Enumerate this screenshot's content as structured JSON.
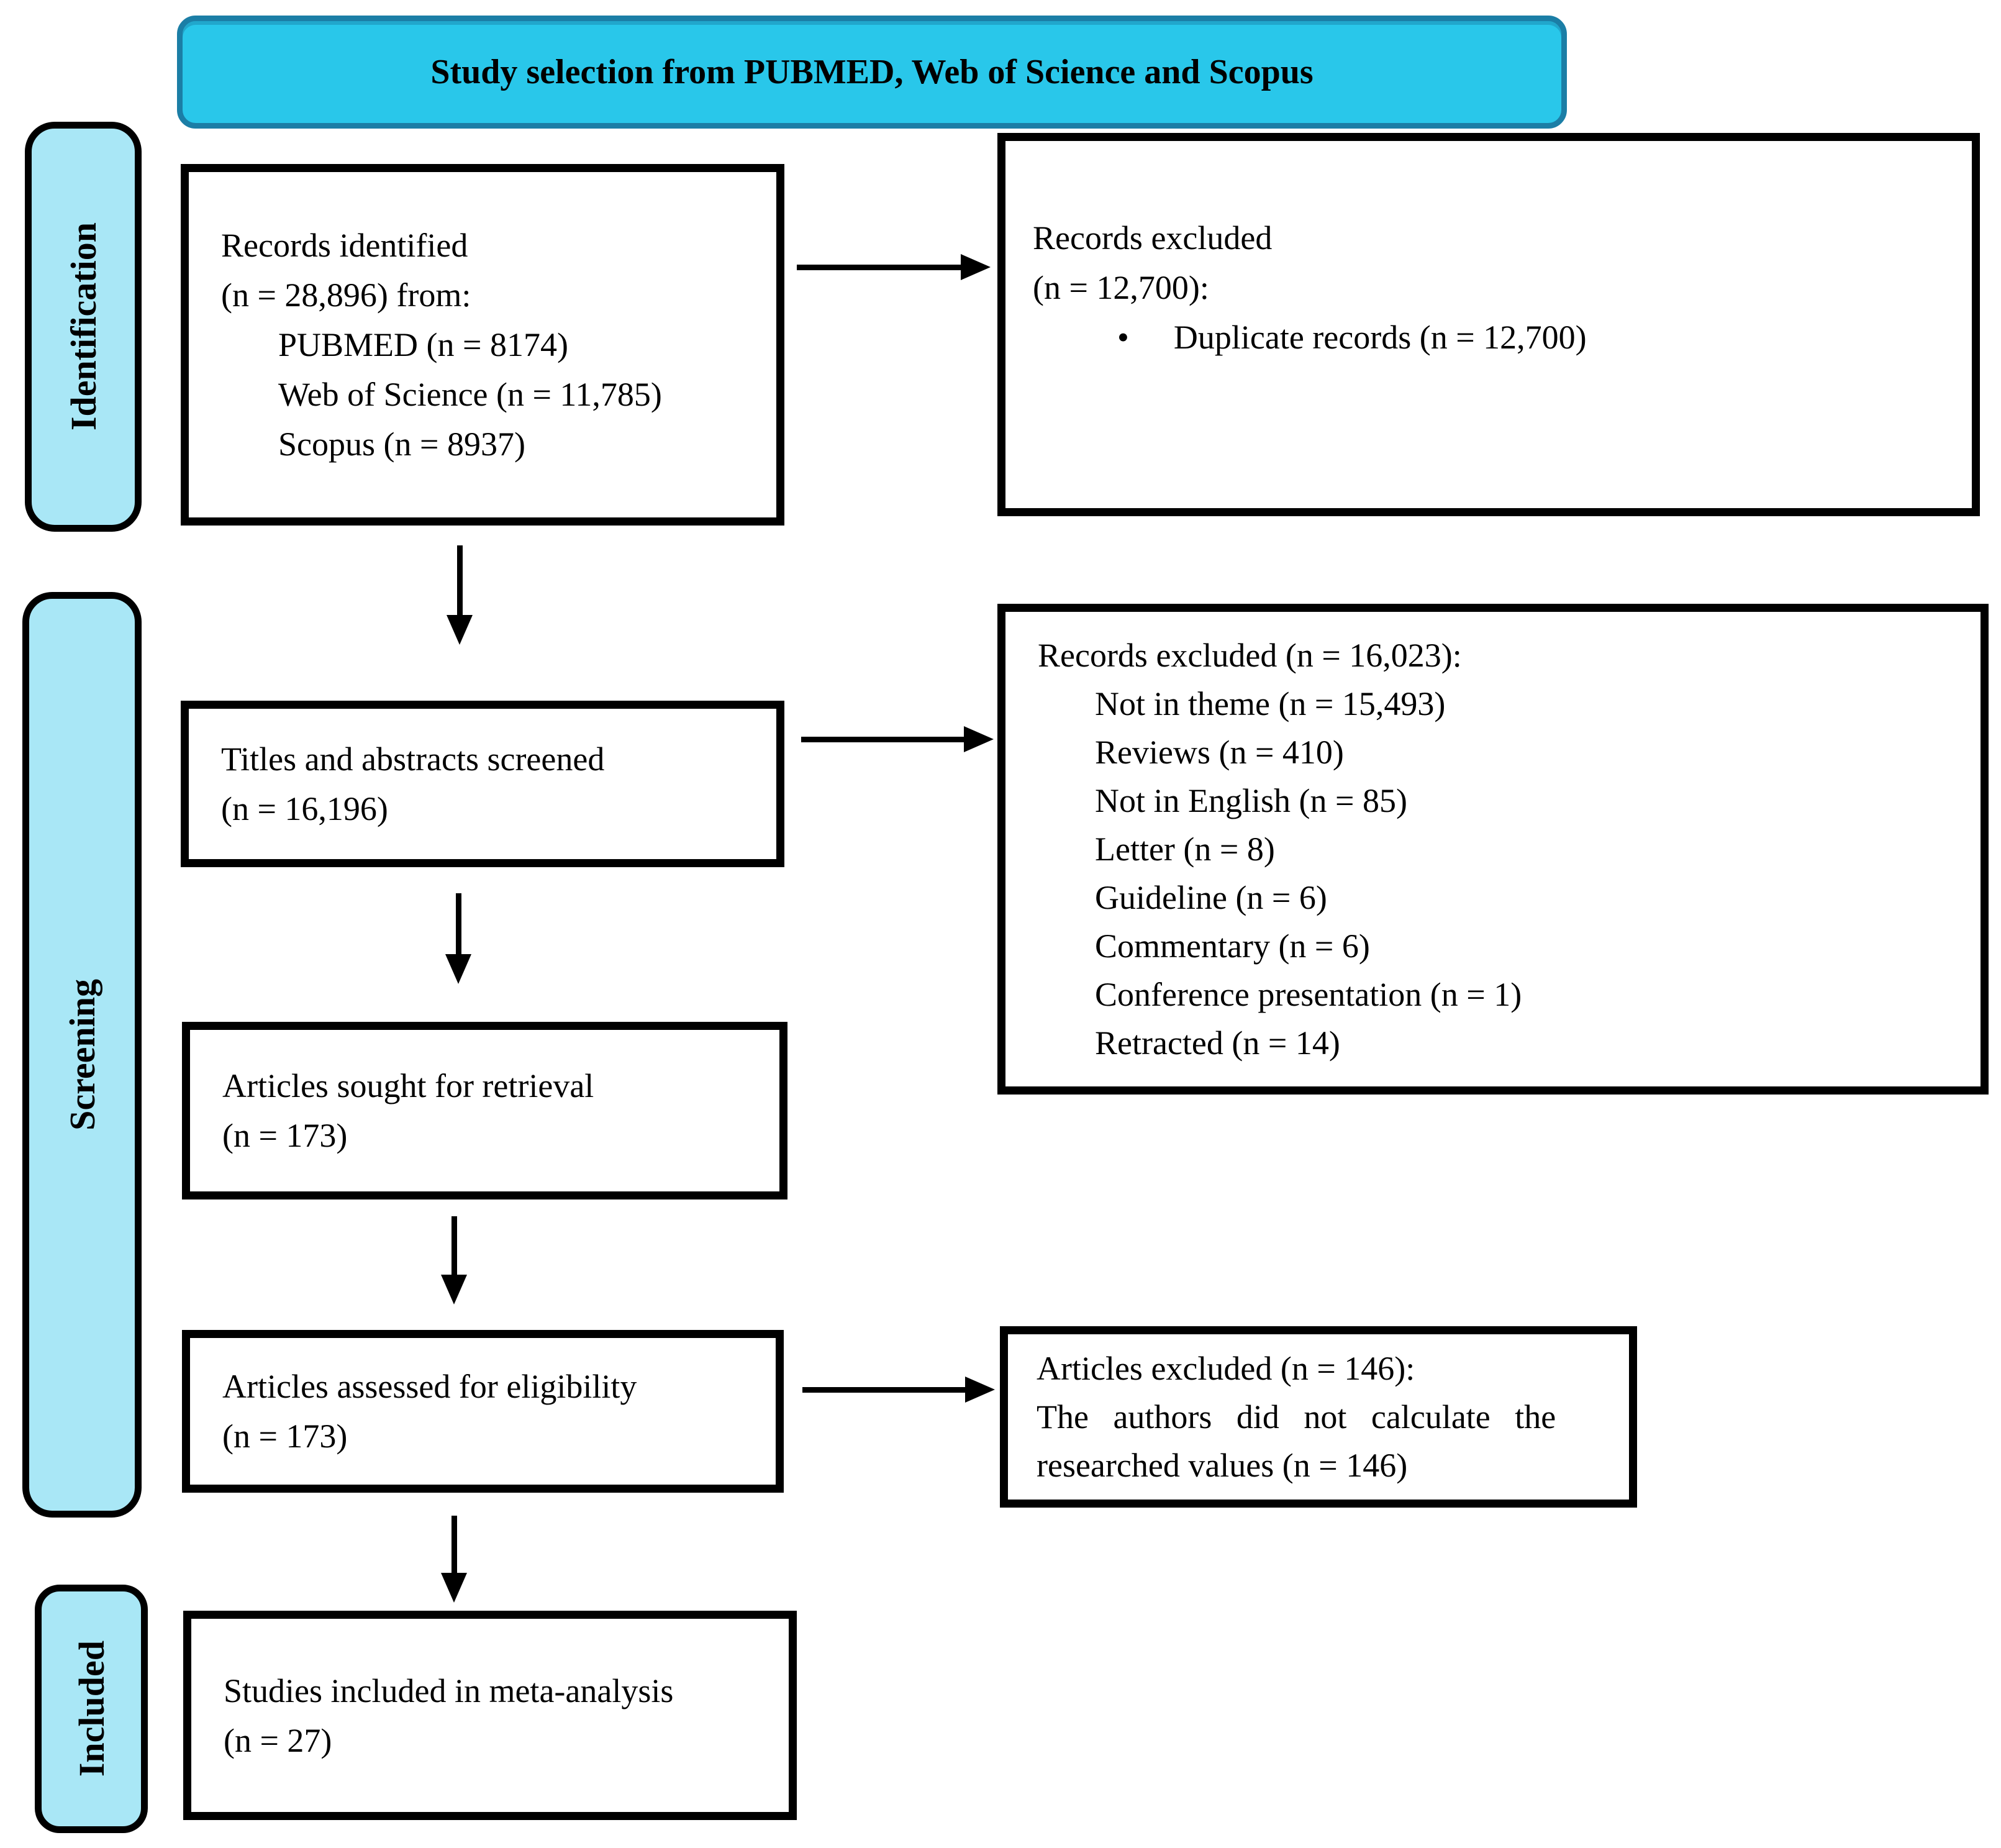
{
  "banner": {
    "title": "Study selection from PUBMED, Web of Science and Scopus"
  },
  "stages": [
    {
      "label": "Identification"
    },
    {
      "label": "Screening"
    },
    {
      "label": "Included"
    }
  ],
  "boxes": {
    "records_identified": {
      "line1": "Records identified",
      "line2": "(n = 28,896) from:",
      "items": [
        "PUBMED (n = 8174)",
        "Web of Science (n = 11,785)",
        "Scopus (n = 8937)"
      ]
    },
    "records_excluded_duplicates": {
      "line1": "Records excluded",
      "line2": "(n = 12,700):",
      "bullet_glyph": "•",
      "bullet_item": "Duplicate records (n = 12,700)"
    },
    "titles_abstracts_screened": {
      "line1": "Titles and abstracts screened",
      "line2": "(n = 16,196)"
    },
    "records_excluded_screening": {
      "header": "Records excluded (n = 16,023):",
      "items": [
        "Not in theme (n = 15,493)",
        "Reviews (n = 410)",
        "Not in English (n = 85)",
        "Letter (n = 8)",
        "Guideline (n = 6)",
        "Commentary (n = 6)",
        "Conference presentation (n = 1)",
        "Retracted (n = 14)"
      ]
    },
    "articles_sought": {
      "line1": "Articles sought for retrieval",
      "line2": "(n = 173)"
    },
    "articles_assessed": {
      "line1": "Articles assessed for eligibility",
      "line2": "(n = 173)"
    },
    "articles_excluded": {
      "line1": "Articles excluded (n = 146):",
      "line2": "The authors did not calculate the",
      "line3": "researched values (n = 146)"
    },
    "studies_included": {
      "line1": "Studies included in meta-analysis",
      "line2": "(n = 27)"
    }
  },
  "colors": {
    "banner_fill": "#29C7EA",
    "banner_border": "#1B7EA6",
    "stage_fill": "#A9E7F6",
    "box_border": "#000000",
    "arrow": "#000000"
  }
}
